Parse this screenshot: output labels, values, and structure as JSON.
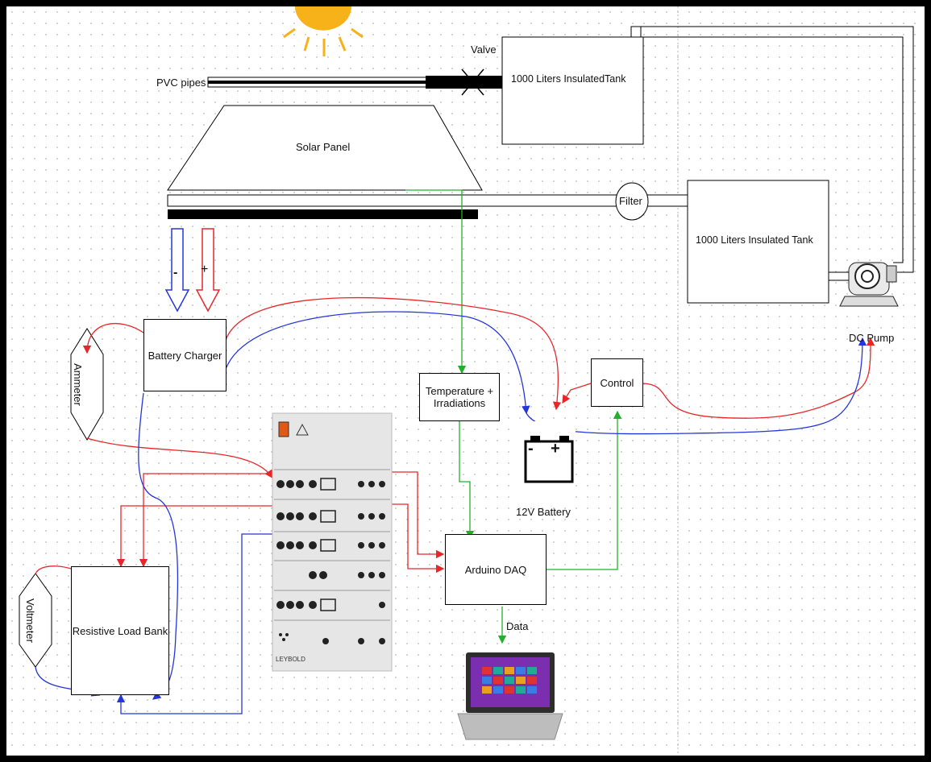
{
  "labels": {
    "valve": "Valve",
    "pvc_pipes": "PVC pipes",
    "tank_top": "1000 Liters InsulatedTank",
    "solar_panel": "Solar Panel",
    "filter": "Filter",
    "tank_bottom": "1000 Liters Insulated Tank",
    "dc_pump": "DC Pump",
    "battery_charger": "Battery Charger",
    "ammeter": "Ammeter",
    "voltmeter": "Voltmeter",
    "temperature": "Temperature + Irradiations",
    "control": "Control",
    "battery": "12V Battery",
    "battery_minus": "-",
    "battery_plus": "+",
    "arrow_minus": "-",
    "arrow_plus": "+",
    "arduino": "Arduino DAQ",
    "data": "Data",
    "load_bank": "Resistive Load Bank",
    "module_brand": "LEYBOLD"
  },
  "colors": {
    "wire_positive": "#e8262a",
    "wire_negative": "#2536d9",
    "wire_signal": "#22b02a",
    "sun": "#f7b21a"
  }
}
